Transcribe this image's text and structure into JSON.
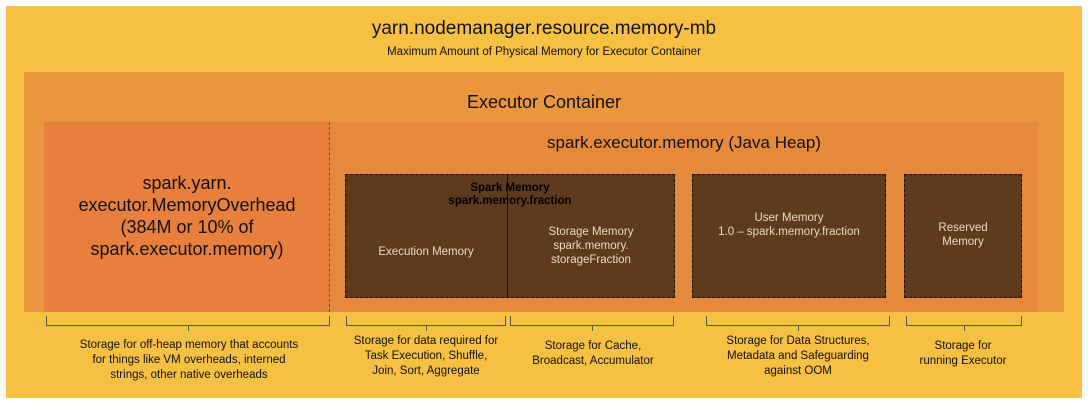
{
  "node_manager": {
    "title": "yarn.nodemanager.resource.memory-mb",
    "subtitle": "Maximum Amount of Physical Memory for Executor Container"
  },
  "executor_container": {
    "title": "Executor Container"
  },
  "memory_overhead": {
    "label": "spark.yarn.\nexecutor.MemoryOverhead\n(384M or 10% of\nspark.executor.memory)",
    "caption": "Storage for off-heap memory that accounts\nfor things like VM overheads, interned\nstrings, other native overheads"
  },
  "java_heap": {
    "title": "spark.executor.memory (Java Heap)"
  },
  "spark_memory": {
    "title": "Spark Memory\nspark.memory.fraction"
  },
  "execution_memory": {
    "label": "Execution Memory",
    "caption": "Storage for data required for\nTask Execution, Shuffle,\nJoin, Sort, Aggregate"
  },
  "storage_memory": {
    "label": "Storage Memory\nspark.memory.\nstorageFraction",
    "caption": "Storage for Cache,\nBroadcast, Accumulator"
  },
  "user_memory": {
    "label": "User Memory\n1.0 – spark.memory.fraction",
    "caption": "Storage for Data Structures,\nMetadata and Safeguarding\nagainst OOM"
  },
  "reserved_memory": {
    "label": "Reserved\nMemory",
    "caption": "Storage for\nrunning Executor"
  },
  "colors": {
    "outer": "#f6c042",
    "container": "#e9963f",
    "overhead": "#e97f3d",
    "memory_box": "#5e3b1d"
  }
}
